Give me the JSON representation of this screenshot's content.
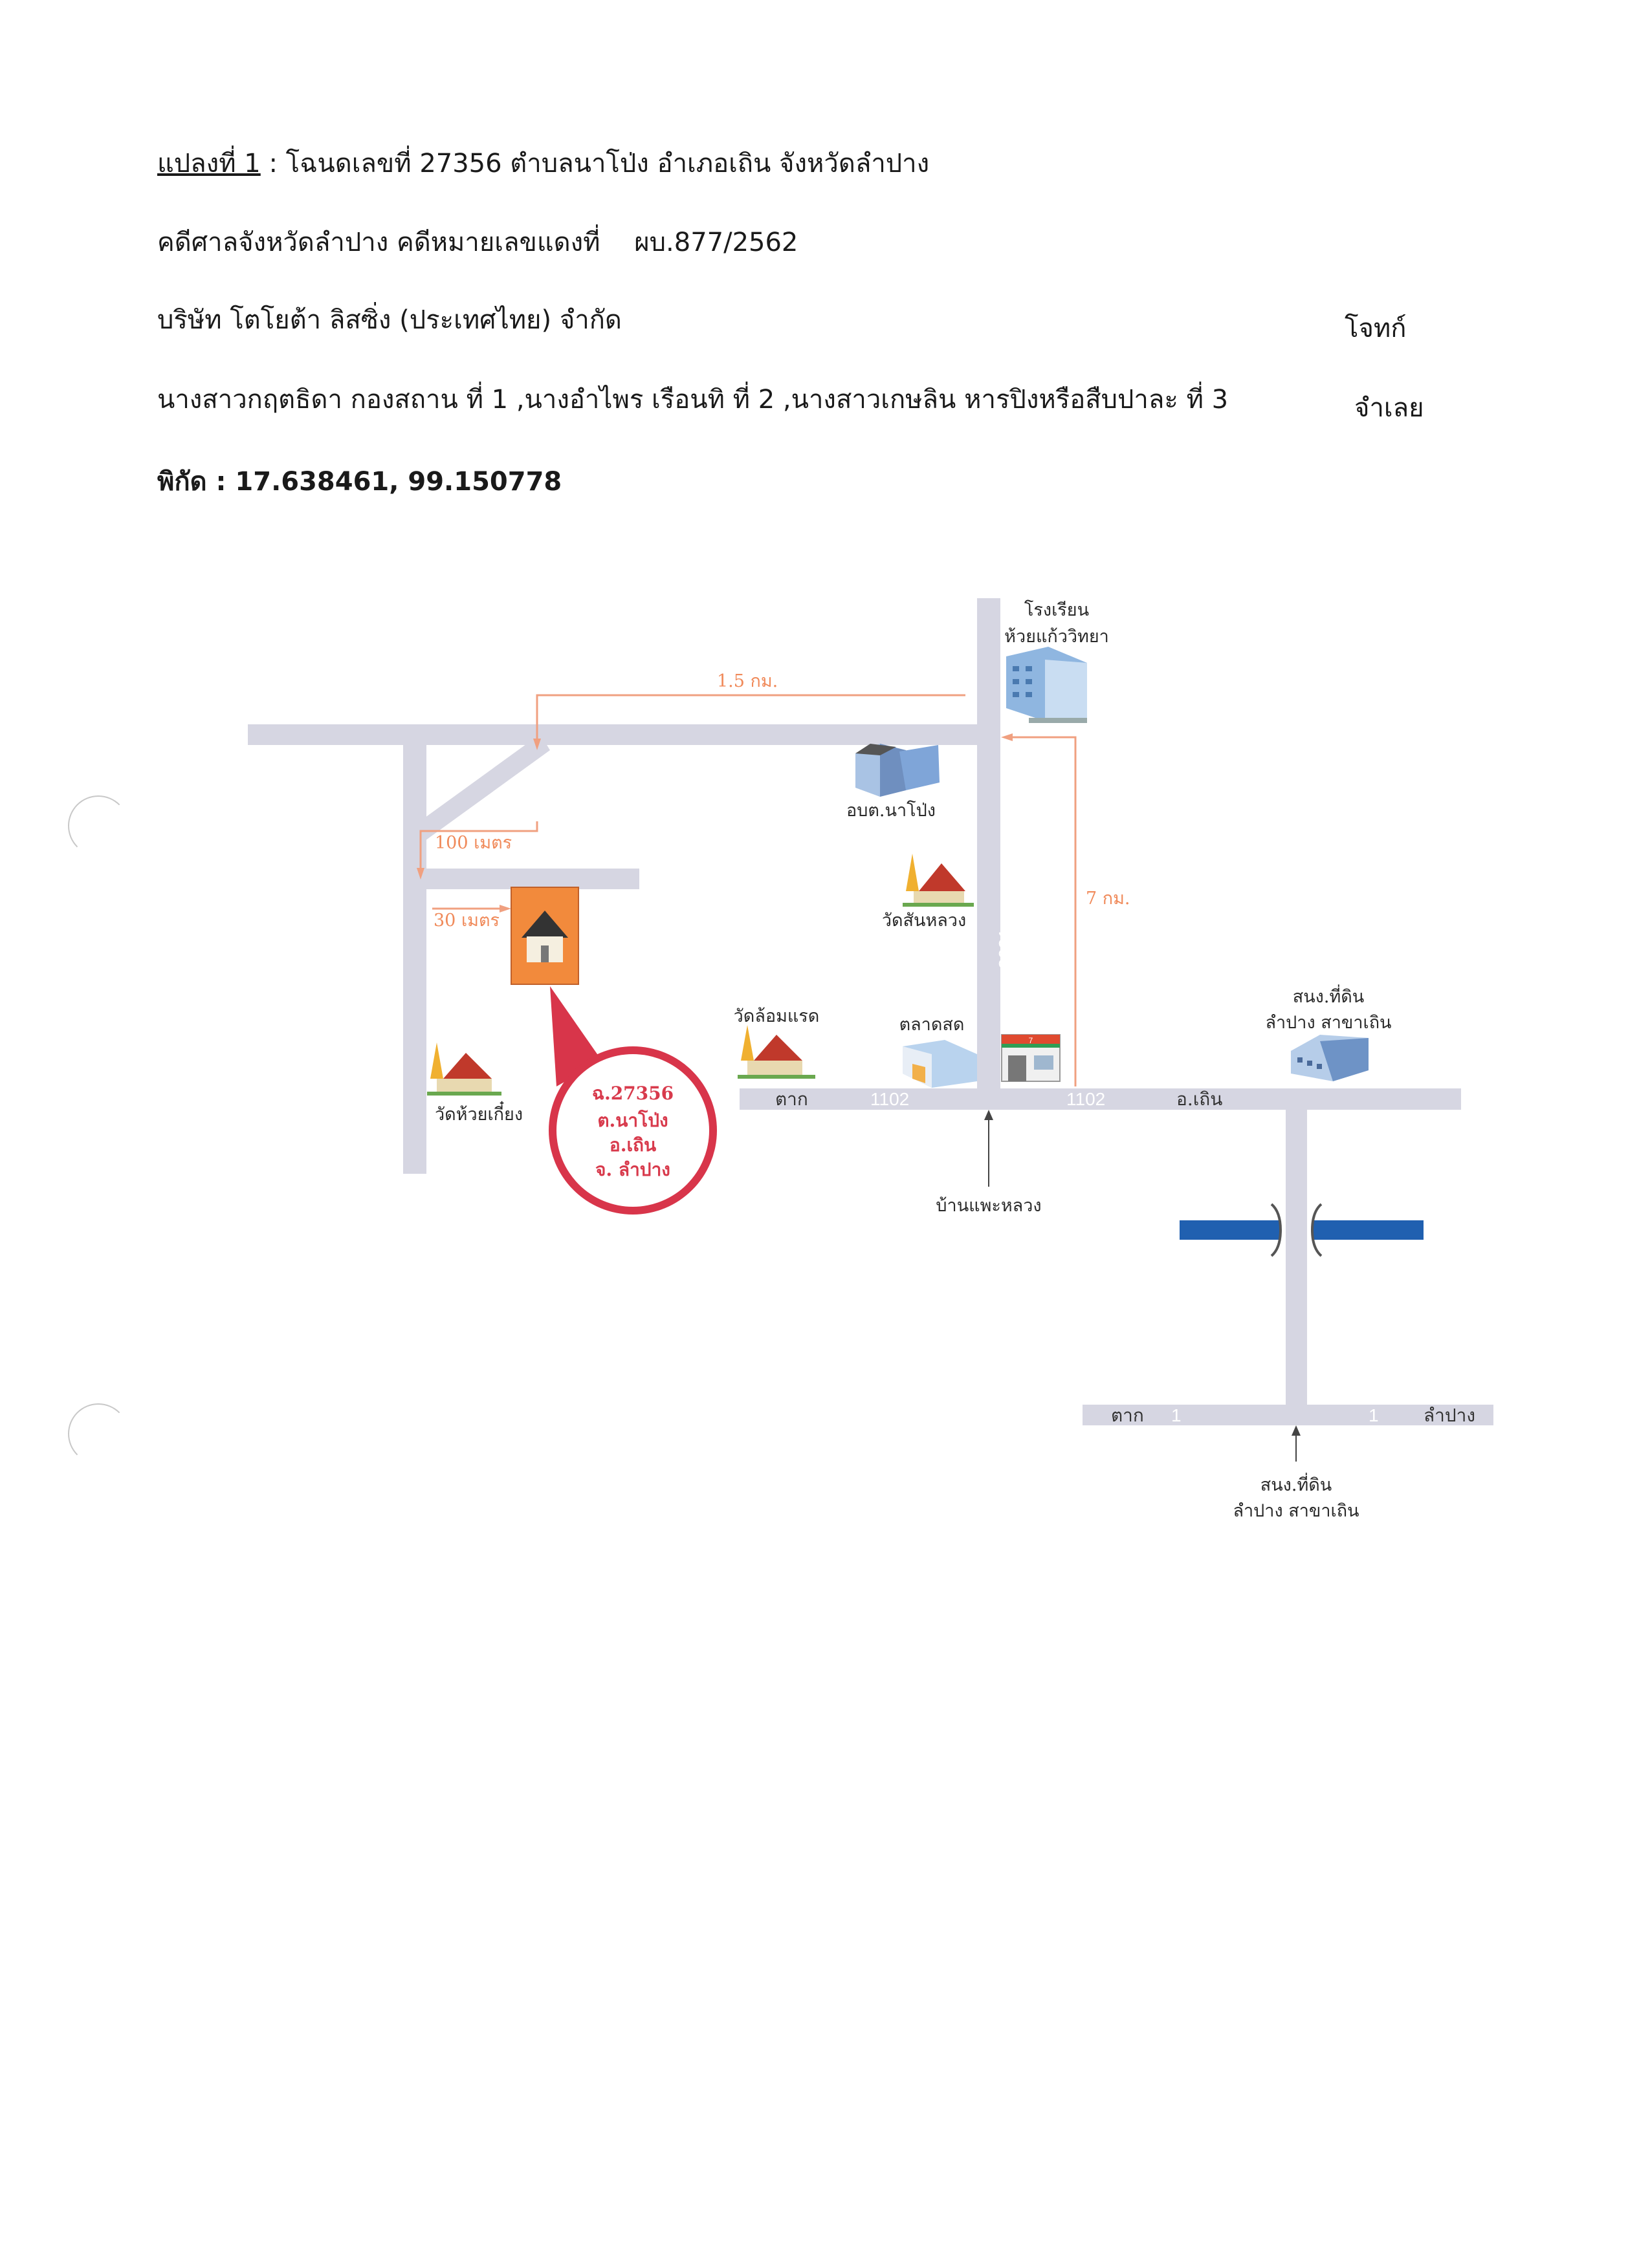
{
  "header": {
    "plot_label": "แปลงที่ 1",
    "plot_title": " : โฉนดเลขที่ 27356 ตำบลนาโป่ง อำเภอเถิน จังหวัดลำปาง",
    "court_line": "คดีศาลจังหวัดลำปาง คดีหมายเลขแดงที่",
    "case_number": "ผบ.877/2562",
    "plaintiff": "บริษัท โตโยต้า ลิสซิ่ง (ประเทศไทย) จำกัด",
    "plaintiff_role": "โจทก์",
    "defendants": "นางสาวกฤตธิดา กองสถาน ที่ 1 ,นางอำไพร เรือนทิ ที่ 2 ,นางสาวเกษลิน หารปิงหรือสืบปาละ ที่ 3",
    "defendant_role": "จำเลย",
    "coordinates": "พิกัด : 17.638461, 99.150778"
  },
  "map": {
    "labels": {
      "school_1": "โรงเรียน",
      "school_2": "ห้วยแก้ววิทยา",
      "dist_1_5": "1.5 กม.",
      "dist_100": "100 เมตร",
      "dist_30": "30 เมตร",
      "dist_7": "7 กม.",
      "sao": "อบต.นาโป่ง",
      "wat_sanluang": "วัดสันหลวง",
      "road_3021": "3021",
      "wat_lomraet": "วัดล้อมแรด",
      "market": "ตลาดสด",
      "land_office_1": "สนง.ที่ดิน",
      "land_office_2": "ลำปาง สาขาเถิน",
      "wat_huaykiang": "วัดห้วยเกี๋ยง",
      "tak": "ตาก",
      "road_1102_a": "1102",
      "road_1102_b": "1102",
      "o_thoen": "อ.เถิน",
      "ban_phaeluang": "บ้านแพะหลวง",
      "tak_2": "ตาก",
      "road_1_a": "1",
      "road_1_b": "1",
      "lampang": "ลำปาง",
      "land_office_bottom_1": "สนง.ที่ดิน",
      "land_office_bottom_2": "ลำปาง สาขาเถิน"
    },
    "callout": {
      "line1": "ฉ.27356",
      "line2": "ต.นาโป่ง",
      "line3": "อ.เถิน",
      "line4": "จ. ลำปาง"
    },
    "colors": {
      "road": "#d6d6e2",
      "route": "#f0a080",
      "callout": "#d8354a",
      "plot_fill": "#f28a3c",
      "bridge": "#2060b0"
    }
  }
}
